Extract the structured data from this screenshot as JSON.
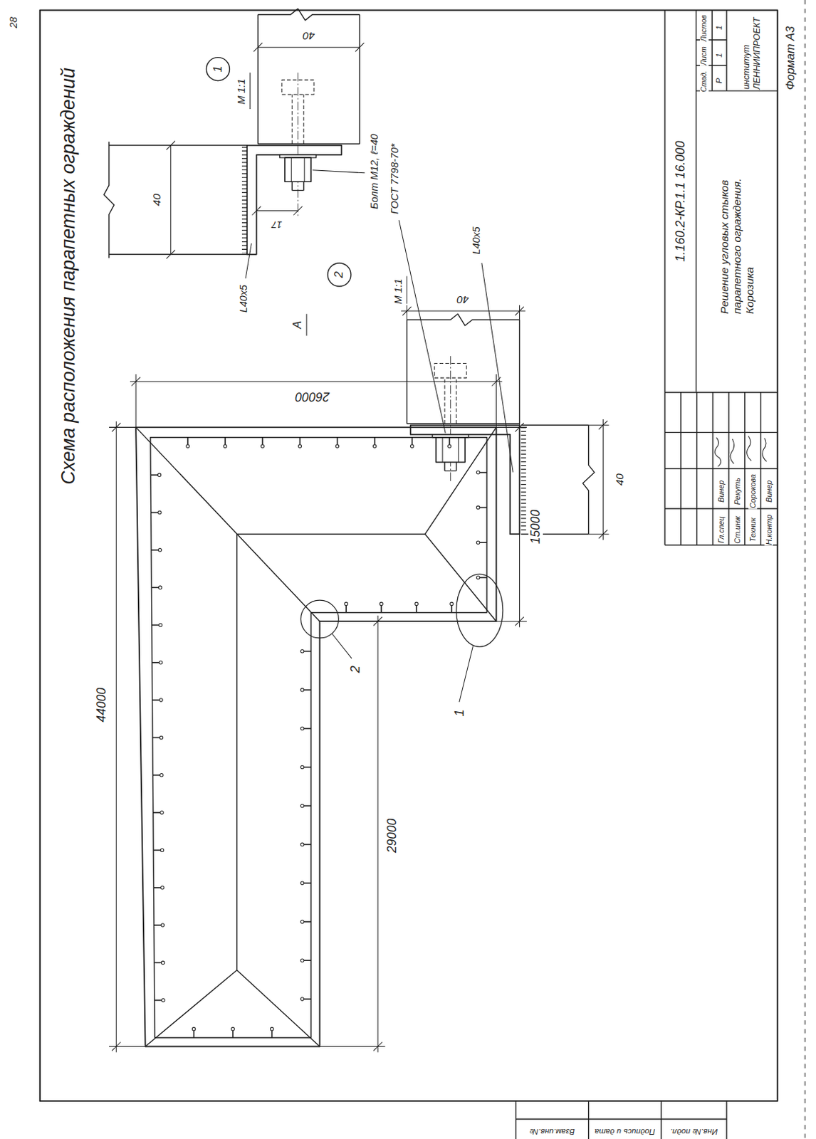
{
  "diagram": {
    "title": "Схема расположения парапетных ограждений",
    "labels": [
      "28",
      "44000",
      "26000",
      "29000",
      "15000",
      "2",
      "1",
      "1",
      "М 1:1",
      "40",
      "40",
      "L40x5",
      "17",
      "Болт М12, ℓ=40",
      "ГОСТ 7798-70*",
      "А",
      "2",
      "М 1:1",
      "L40x5",
      "40",
      "40",
      "1.160.2-КР.1.1 16.000",
      "Решение угловых стыков парапетного ограждения. Корозика",
      "Стад.",
      "Лист",
      "Листов",
      "Р",
      "1",
      "1",
      "институт ЛЕННИИПРОЕКТ",
      "Гл.спец",
      "Винер",
      "Ст.инж",
      "Рекуть",
      "Техник",
      "Сорокова",
      "Н.контр",
      "Винер",
      "Формат А3",
      "Инв.№ подл.",
      "Подпись и дата",
      "Взам.инв.№"
    ]
  }
}
